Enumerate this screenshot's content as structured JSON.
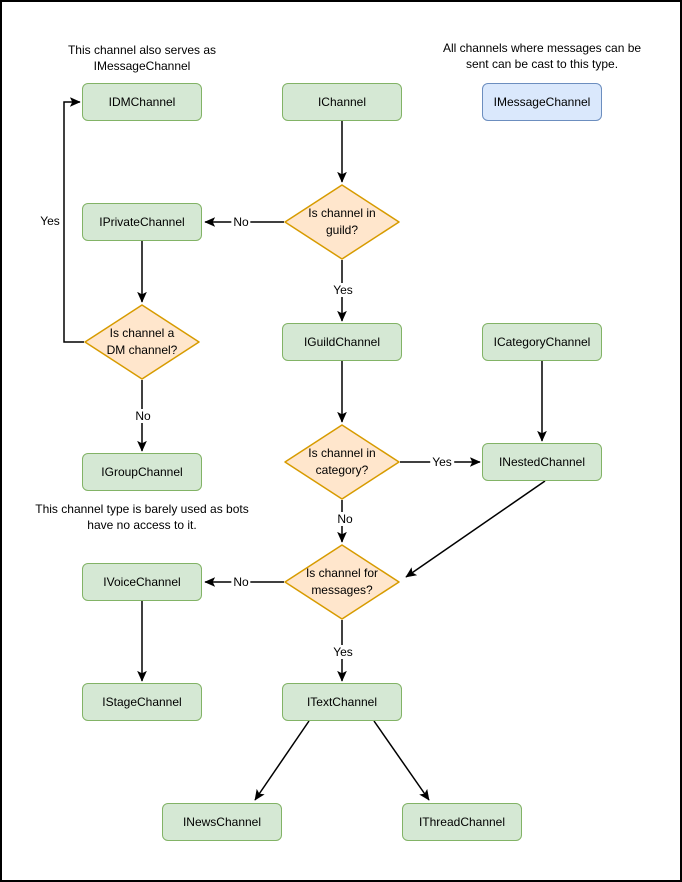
{
  "diagram": {
    "colors": {
      "green_fill": "#d5e8d4",
      "green_stroke": "#82b366",
      "blue_fill": "#dae8fc",
      "blue_stroke": "#6c8ebf",
      "orange_fill": "#ffe6cc",
      "orange_stroke": "#d79b00",
      "edge_color": "#000000"
    },
    "notes": [
      {
        "text": "This channel also serves as IMessageChannel"
      },
      {
        "text": "All channels where messages can be sent can be cast to this type."
      },
      {
        "text": "This channel type is barely used as bots have no access to it."
      }
    ],
    "nodes": [
      {
        "id": "IDMChannel",
        "label": "IDMChannel",
        "kind": "green"
      },
      {
        "id": "IChannel",
        "label": "IChannel",
        "kind": "green"
      },
      {
        "id": "IMessageChannel",
        "label": "IMessageChannel",
        "kind": "blue"
      },
      {
        "id": "IPrivateChannel",
        "label": "IPrivateChannel",
        "kind": "green"
      },
      {
        "id": "IGuildChannel",
        "label": "IGuildChannel",
        "kind": "green"
      },
      {
        "id": "ICategoryChannel",
        "label": "ICategoryChannel",
        "kind": "green"
      },
      {
        "id": "IGroupChannel",
        "label": "IGroupChannel",
        "kind": "green"
      },
      {
        "id": "INestedChannel",
        "label": "INestedChannel",
        "kind": "green"
      },
      {
        "id": "IVoiceChannel",
        "label": "IVoiceChannel",
        "kind": "green"
      },
      {
        "id": "IStageChannel",
        "label": "IStageChannel",
        "kind": "green"
      },
      {
        "id": "ITextChannel",
        "label": "ITextChannel",
        "kind": "green"
      },
      {
        "id": "INewsChannel",
        "label": "INewsChannel",
        "kind": "green"
      },
      {
        "id": "IThreadChannel",
        "label": "IThreadChannel",
        "kind": "green"
      }
    ],
    "decisions": [
      {
        "id": "in-guild",
        "label": "Is channel in guild?"
      },
      {
        "id": "is-dm",
        "label": "Is channel a DM channel?"
      },
      {
        "id": "in-category",
        "label": "Is channel in category?"
      },
      {
        "id": "for-messages",
        "label": "Is channel for messages?"
      }
    ],
    "edge_labels": [
      {
        "edge": "guild-no",
        "text": "No"
      },
      {
        "edge": "guild-yes",
        "text": "Yes"
      },
      {
        "edge": "dm-yes",
        "text": "Yes"
      },
      {
        "edge": "dm-no",
        "text": "No"
      },
      {
        "edge": "category-yes",
        "text": "Yes"
      },
      {
        "edge": "category-no",
        "text": "No"
      },
      {
        "edge": "messages-no",
        "text": "No"
      },
      {
        "edge": "messages-yes",
        "text": "Yes"
      }
    ]
  }
}
